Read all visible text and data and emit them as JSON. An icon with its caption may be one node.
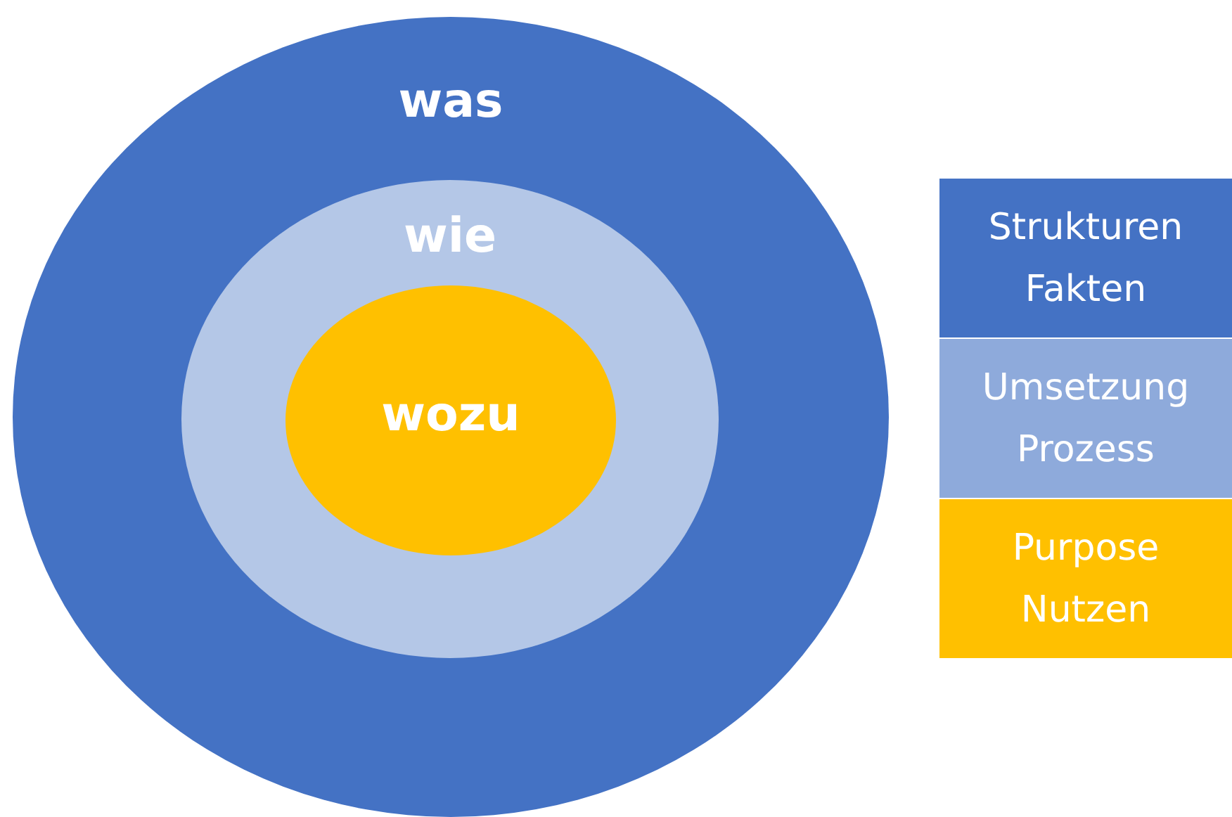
{
  "diagram": {
    "nodes": [
      {
        "text": [
          "was"
        ]
      },
      {
        "text": [
          "wie"
        ],
        "in": 0
      },
      {
        "text": [
          "wozu"
        ],
        "in": 1
      },
      {
        "text": [
          "Strukturen Fakten"
        ]
      },
      {
        "text": [
          "Umsetzung Prozess"
        ]
      },
      {
        "text": [
          "Purpose Nutzen"
        ]
      }
    ]
  }
}
